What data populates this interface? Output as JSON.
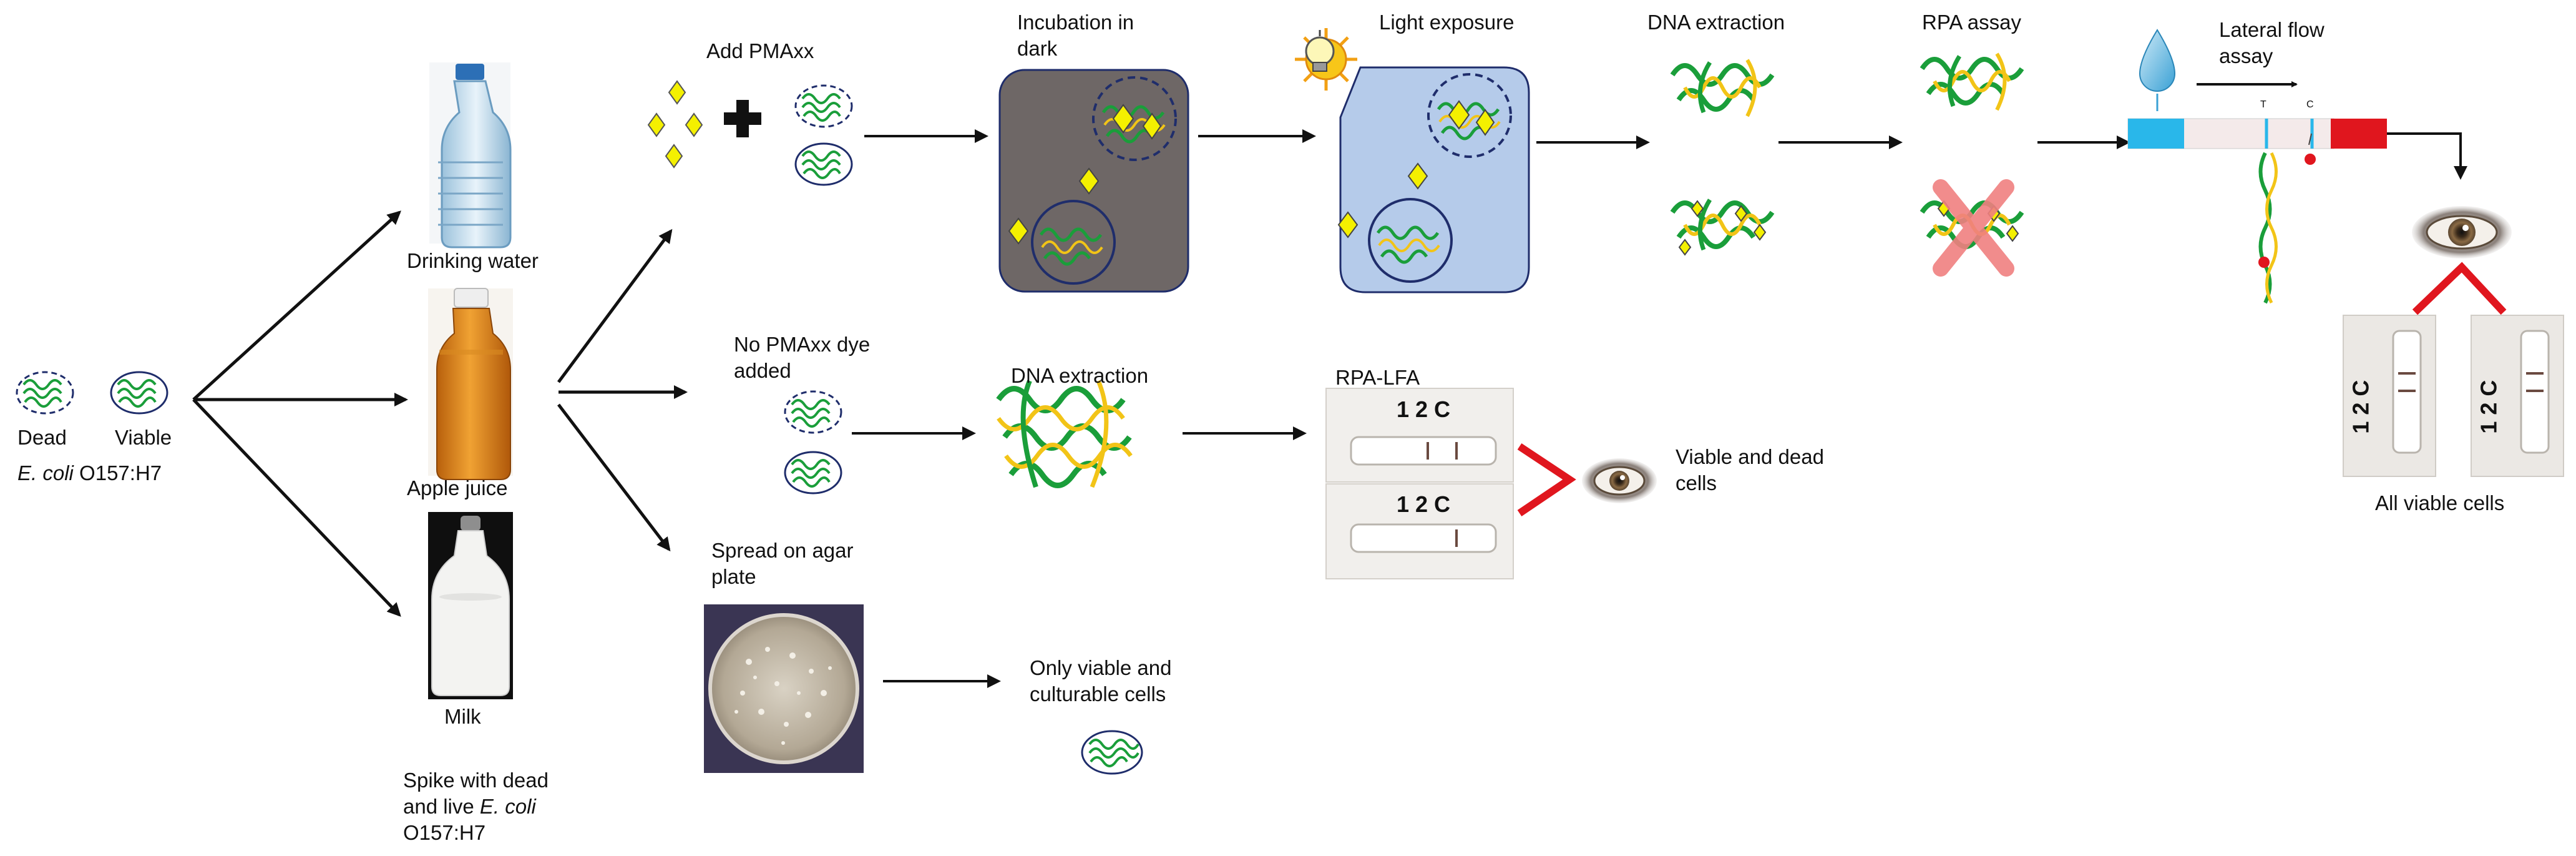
{
  "labels": {
    "dead": "Dead",
    "viable": "Viable",
    "species": "E. coli",
    "strain": "O157:H7",
    "drinking_water": "Drinking water",
    "apple_juice": "Apple juice",
    "milk": "Milk",
    "spike_line1": "Spike with dead",
    "spike_line2_prefix": "and live",
    "spike_species": "E. coli",
    "spike_strain": "O157:H7",
    "add_pmaxx": "Add PMAxx",
    "incubation_line1": "Incubation in",
    "incubation_line2": "dark",
    "light_exposure": "Light exposure",
    "dna_extraction_top": "DNA extraction",
    "rpa_assay": "RPA assay",
    "lateral_flow_line1": "Lateral flow",
    "lateral_flow_line2": "assay",
    "strip_t": "T",
    "strip_c": "C",
    "all_viable_cells": "All viable cells",
    "no_pmaxx_line1": "No PMAxx dye",
    "no_pmaxx_line2": "added",
    "dna_extraction_mid": "DNA extraction",
    "rpa_lfa": "RPA-LFA",
    "cassette_mark": "1 2 C",
    "viable_dead_line1": "Viable and dead",
    "viable_dead_line2": "cells",
    "spread_line1": "Spread on agar",
    "spread_line2": "plate",
    "only_viable_line1": "Only viable and",
    "only_viable_line2": "culturable cells"
  },
  "colors": {
    "dna_green": "#1a9e3a",
    "dna_yellow": "#f2c417",
    "pmaxx_yellow": "#f4f000",
    "dark_chamber": "#6e6766",
    "light_chamber": "#b5cbea",
    "cell_outline": "#1f2d6b",
    "strip_blue": "#29b7ea",
    "strip_red": "#e0161e",
    "red_cross": "#f08080",
    "arrow": "#111111"
  },
  "icons": [
    "water-bottle-icon",
    "juice-bottle-icon",
    "milk-bottle-icon",
    "light-bulb-icon",
    "sun-icon",
    "water-drop-icon",
    "eye-icon",
    "agar-plate-icon",
    "plus-icon"
  ]
}
